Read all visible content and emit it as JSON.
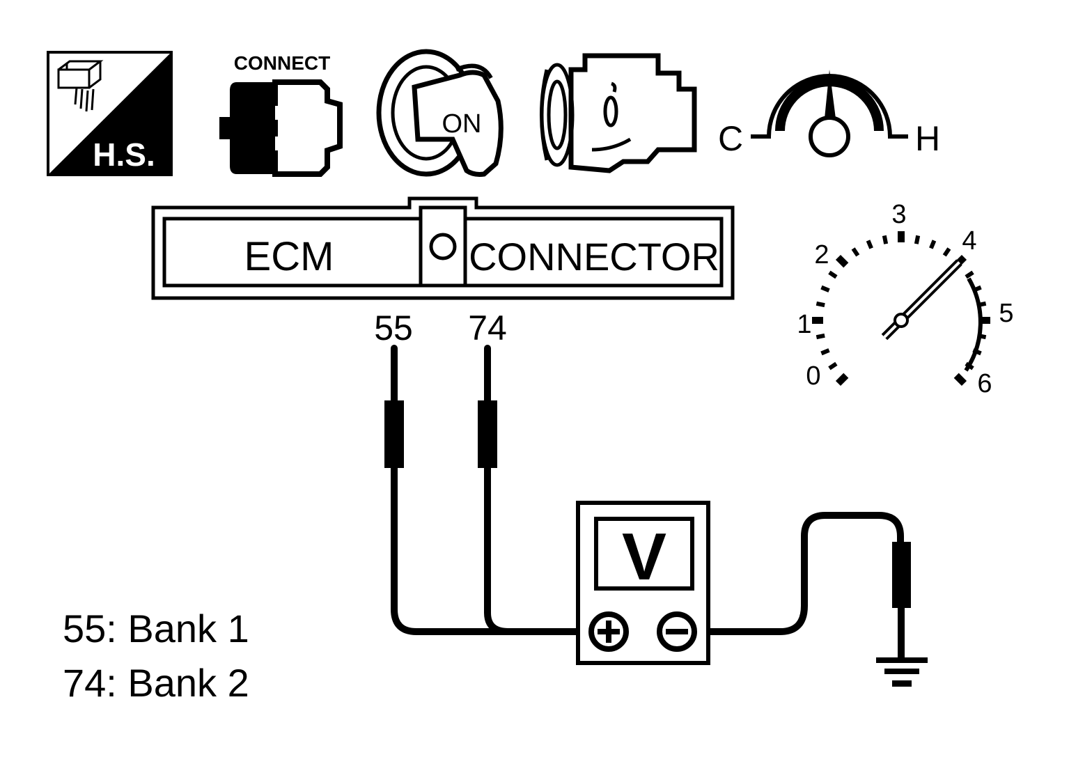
{
  "icons": {
    "harness_connector_label": "H.S.",
    "connect_label": "CONNECT",
    "ignition_label": "ON",
    "temp_cold_label": "C",
    "temp_hot_label": "H",
    "tachometer": {
      "scale_labels": [
        "0",
        "1",
        "2",
        "3",
        "4",
        "5",
        "6"
      ],
      "needle_value": 4
    }
  },
  "ecm_connector": {
    "left_label": "ECM",
    "right_label": "CONNECTOR",
    "terminal_a": "55",
    "terminal_b": "74"
  },
  "voltmeter": {
    "display_label": "V"
  },
  "legend": {
    "line_1": "55: Bank 1",
    "line_2": "74: Bank 2"
  }
}
